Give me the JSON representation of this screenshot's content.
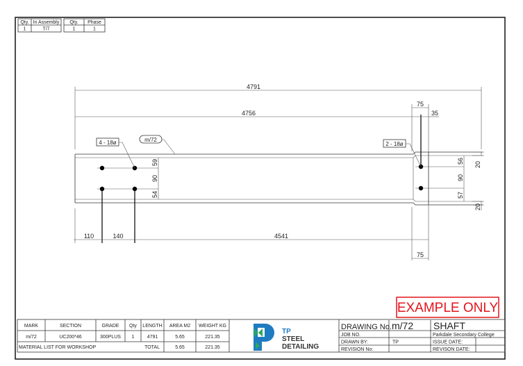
{
  "top_tables": {
    "assembly": {
      "headers": [
        "Qty.",
        "In Assembly"
      ],
      "values": [
        "1",
        "T/7"
      ]
    },
    "phase": {
      "headers": [
        "Qty.",
        "Phase"
      ],
      "values": [
        "1",
        "1"
      ]
    }
  },
  "drawing": {
    "overall_length": "4791",
    "length_2": "4756",
    "dim_75_top": "75",
    "dim_35": "35",
    "left_holes_label": "4 - 18ø",
    "right_holes_label": "2 - 18ø",
    "mark_label": "m/72",
    "left_vertical": [
      "59",
      "90",
      "54"
    ],
    "right_vertical": [
      "56",
      "90",
      "57"
    ],
    "right_flange": [
      "20",
      "20"
    ],
    "bottom_dims": [
      "110",
      "140",
      "4541"
    ],
    "dim_75_bottom": "75"
  },
  "stamp": "EXAMPLE ONLY",
  "material_list": {
    "headers": [
      "MARK",
      "SECTION",
      "GRADE",
      "Qty",
      "LENGTH",
      "AREA M2",
      "WEIGHT KG"
    ],
    "row": [
      "m/72",
      "UC200*46",
      "300PLUS",
      "1",
      "4791",
      "5.65",
      "221.35"
    ],
    "footer_label": "MATERIAL LIST FOR WORKSHOP",
    "total_label": "TOTAL",
    "total_area": "5.65",
    "total_weight": "221.35"
  },
  "logo": {
    "line1": "TP",
    "line2": "STEEL",
    "line3": "DETAILING",
    "blue": "#1f7bc1",
    "green": "#2aa860"
  },
  "title_block": {
    "drawing_no_label": "DRAWING No.",
    "drawing_no": "m/72",
    "title": "SHAFT",
    "job_no_label": "JOB NO.",
    "job_name": "Parkdale Secondary College",
    "drawn_by_label": "DRAWN BY:",
    "drawn_by": "TP",
    "issue_date_label": "ISSUE DATE:",
    "revision_no_label": "REVISION No:",
    "revision_date_label": "REVISON DATE:"
  }
}
